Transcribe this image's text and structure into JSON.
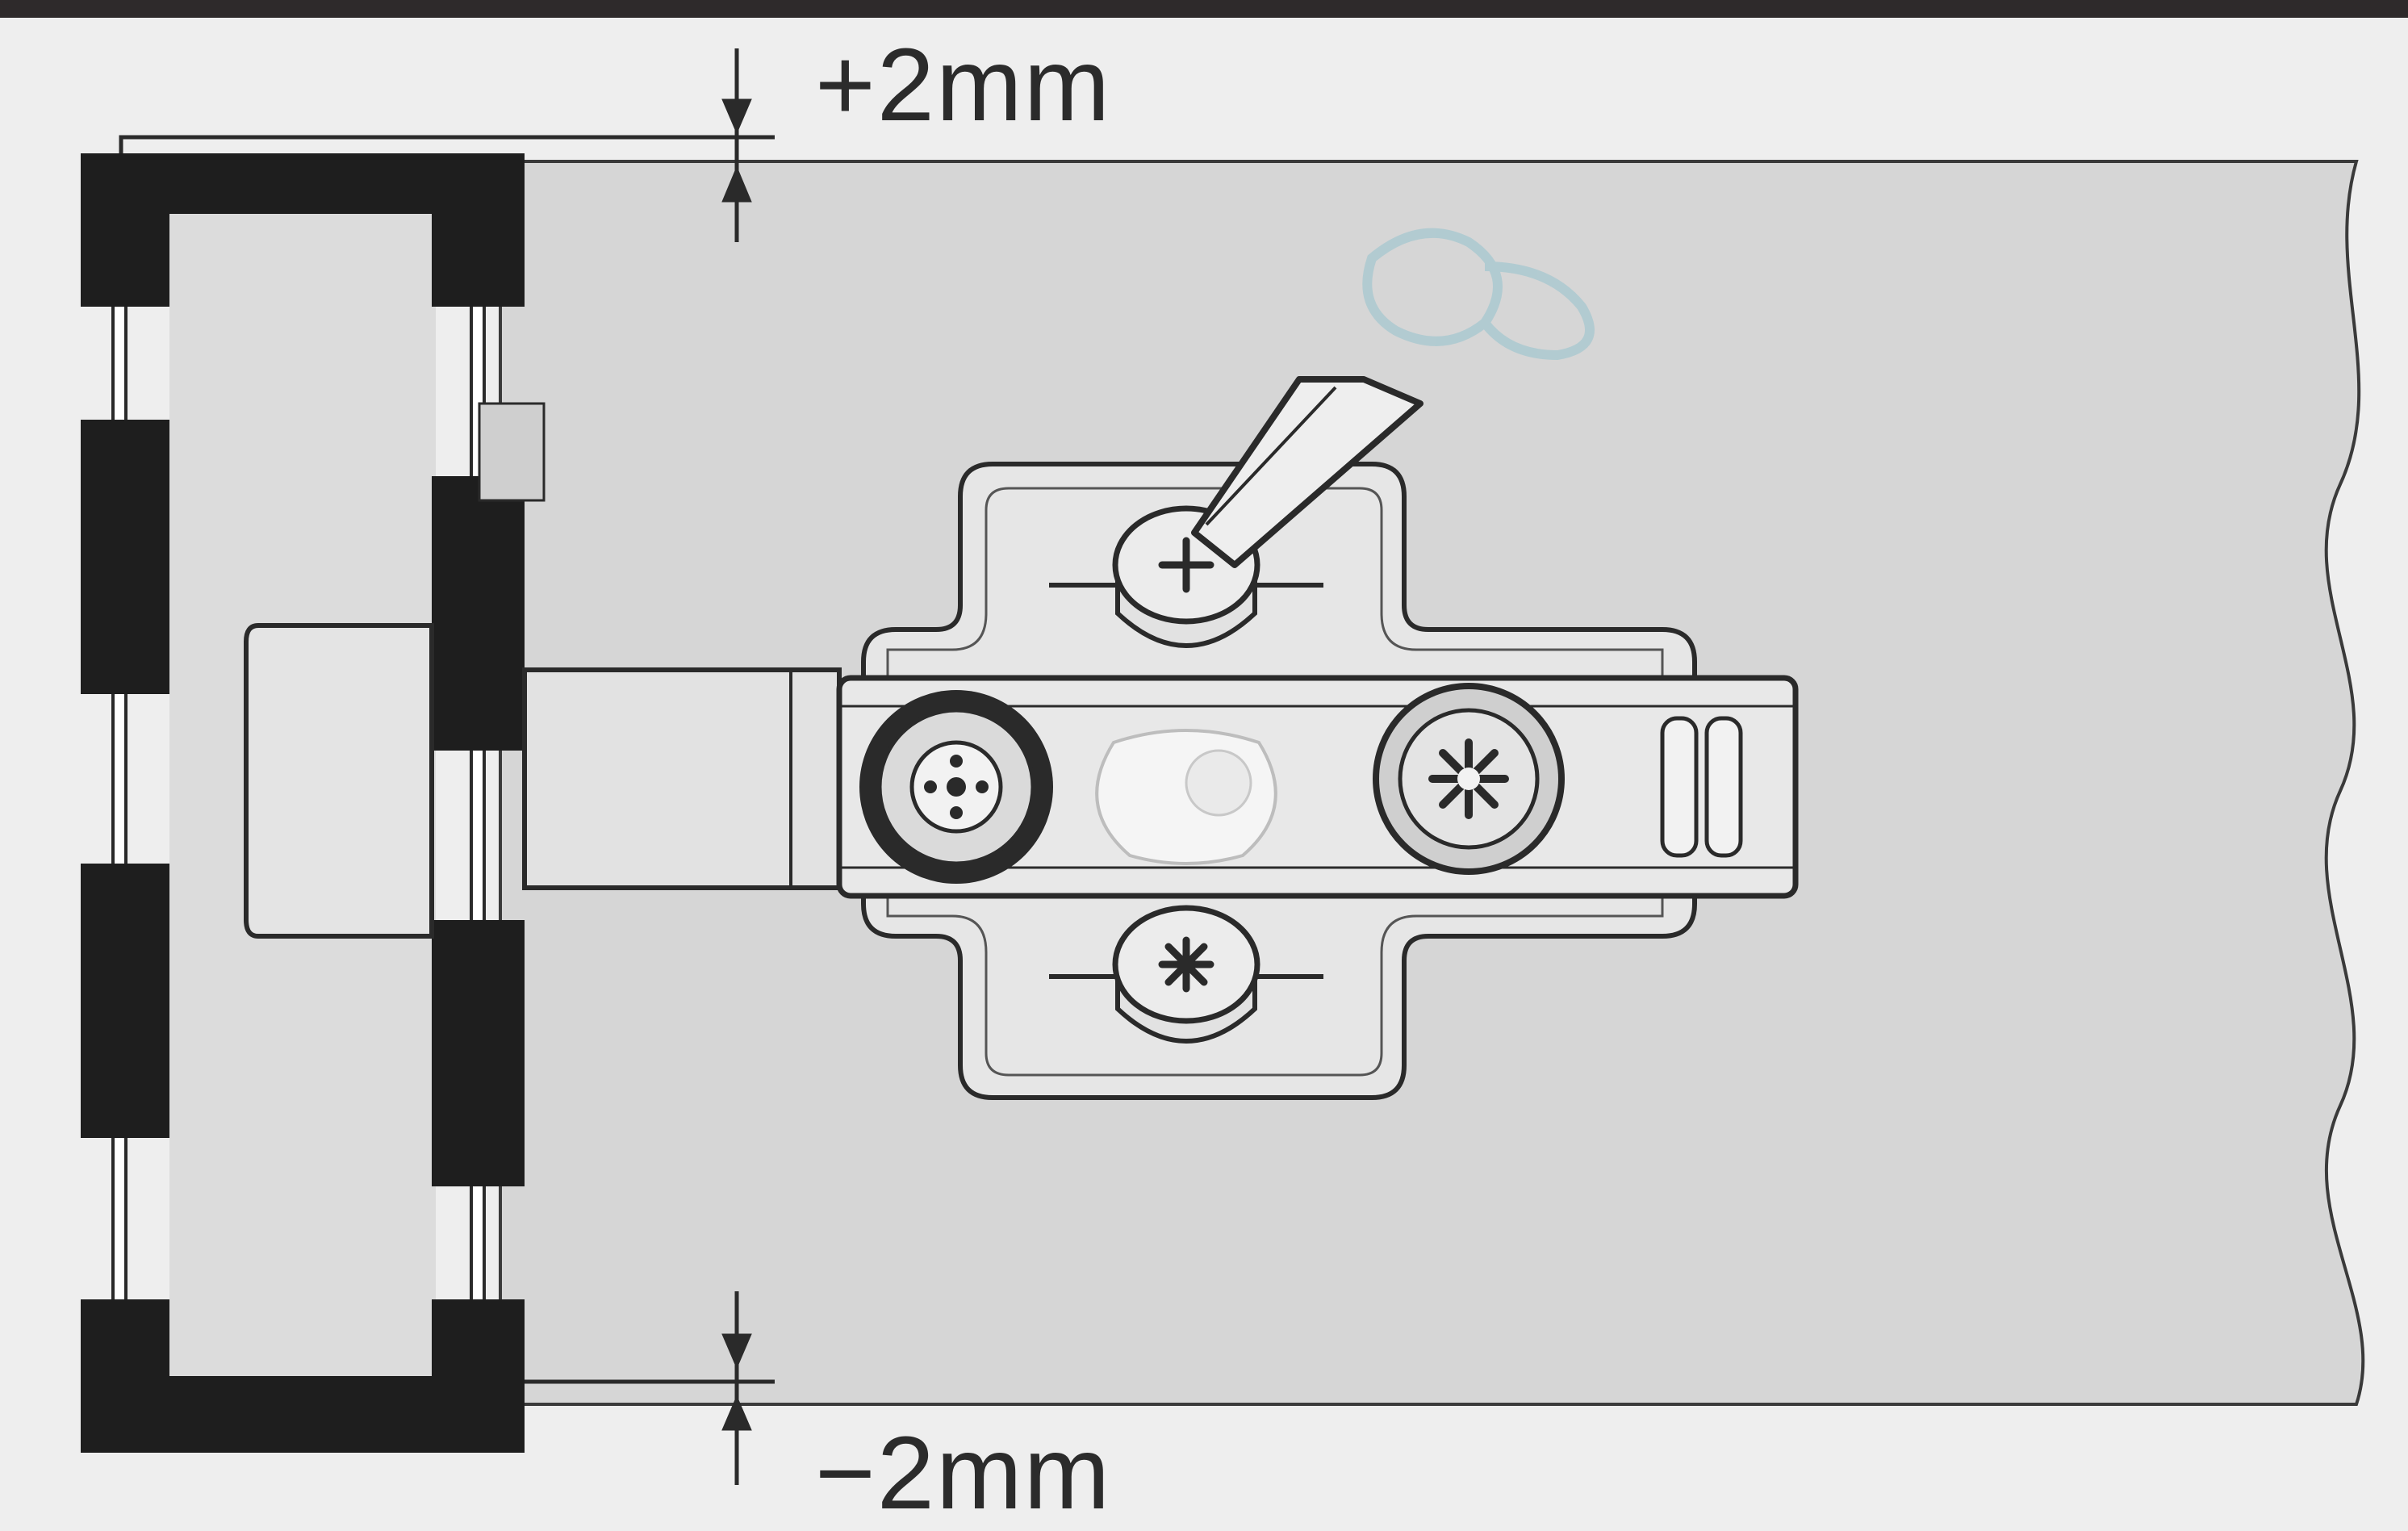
{
  "adjustment": {
    "plus_label": "+2mm",
    "minus_label": "−2mm"
  },
  "colors": {
    "background": "#eeeeee",
    "top_bar": "#2e2a2b",
    "door_panel": "#d6d6d6",
    "frame_black": "#1e1e1e",
    "hinge_metal": "#e4e4e4",
    "outline": "#2a2a2a"
  },
  "icons": [
    "screwdriver-icon",
    "cross-head-screw-icon",
    "cam-adjuster-icon",
    "mounting-plate"
  ]
}
